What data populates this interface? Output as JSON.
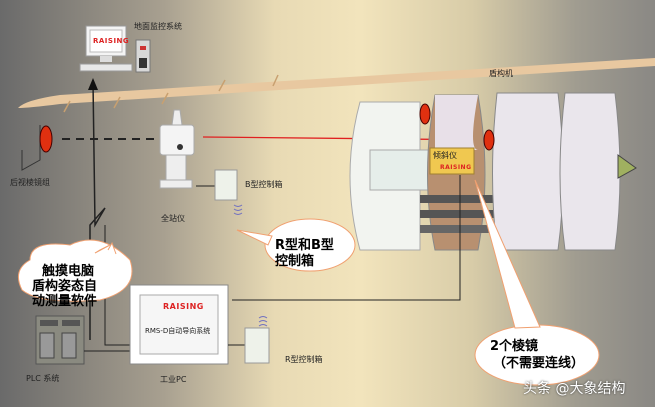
{
  "labels": {
    "ground_monitor": "地面监控系统",
    "shield_machine": "盾构机",
    "rear_prism": "后视棱镜组",
    "total_station": "全站仪",
    "b_box": "B型控制箱",
    "r_box": "R型控制箱",
    "plc": "PLC 系统",
    "industrial_pc": "工业PC",
    "pc_screen_brand": "RAISING",
    "pc_screen_text": "RMS-D自动导向系统",
    "inclinometer": "倾斜仪",
    "brand": "RAISING"
  },
  "bubbles": {
    "touch_pc": [
      "触摸电脑",
      "盾构姿态自",
      "动测量软件"
    ],
    "rb_box": [
      "R型和B型",
      "控制箱"
    ],
    "prisms": [
      "2个棱镜",
      "（不需要连线）"
    ]
  },
  "watermark": "头条 @大象结构",
  "colors": {
    "laser": "#e02020",
    "brand_red": "#d42020",
    "bubble_border": "#f0a070"
  }
}
